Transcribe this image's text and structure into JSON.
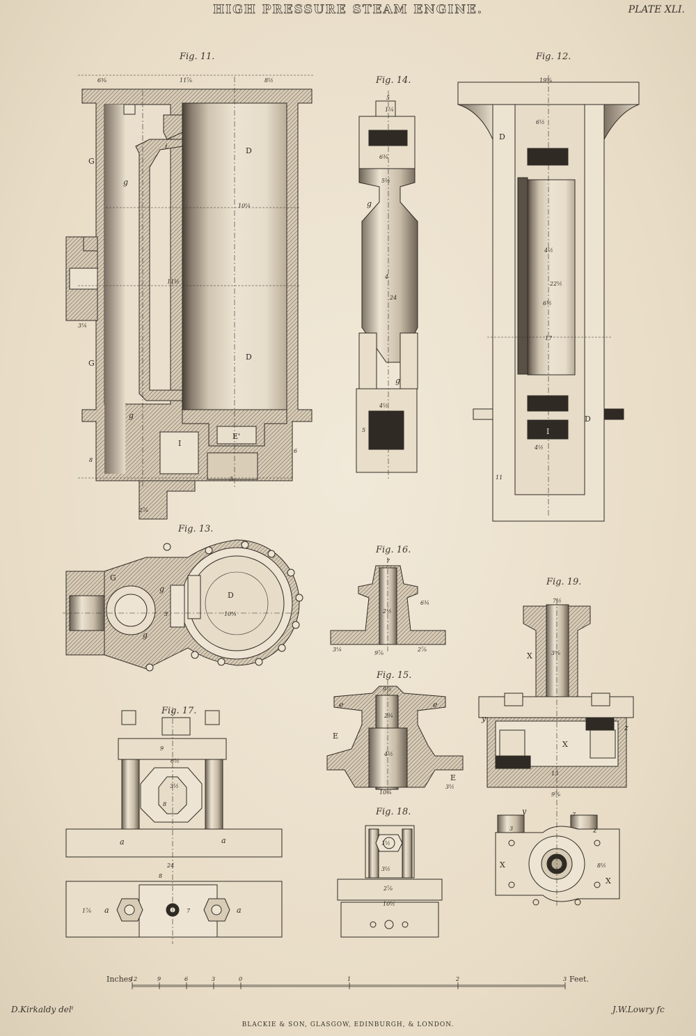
{
  "plate": {
    "title": "HIGH PRESSURE STEAM ENGINE.",
    "plate_number": "PLATE XLI.",
    "draughtsman": "D.Kirkaldy delᵗ",
    "engraver": "J.W.Lowry fc",
    "publisher": "BLACKIE & SON, GLASGOW, EDINBURGH, & LONDON."
  },
  "figures": {
    "fig11": "Fig. 11.",
    "fig12": "Fig. 12.",
    "fig13": "Fig. 13.",
    "fig14": "Fig. 14.",
    "fig15": "Fig. 15.",
    "fig16": "Fig. 16.",
    "fig17": "Fig. 17.",
    "fig18": "Fig. 18.",
    "fig19": "Fig. 19."
  },
  "scale": {
    "left_label": "Inches",
    "right_label": "Feet.",
    "ticks": [
      "12",
      "9",
      "6",
      "3",
      "0",
      "1",
      "2",
      "3"
    ]
  },
  "letters": {
    "fig11": [
      "G",
      "G",
      "D",
      "D",
      "g",
      "g",
      "i",
      "I",
      "E'"
    ],
    "fig12": [
      "D",
      "D",
      "I"
    ],
    "fig13": [
      "G",
      "D",
      "g",
      "g"
    ],
    "fig14": [
      "g",
      "g"
    ],
    "fig15": [
      "E",
      "E",
      "e",
      "e"
    ],
    "fig17": [
      "a",
      "a",
      "a",
      "a"
    ],
    "fig19": [
      "X",
      "X",
      "X",
      "X",
      "y",
      "y",
      "z",
      "z"
    ]
  },
  "dimensions": {
    "fig11": [
      "6⅝",
      "11⅞",
      "8½",
      "10¼",
      "11½",
      "3¼",
      "8",
      "6",
      "5",
      "2⅞"
    ],
    "fig12": [
      "19⅝",
      "6½",
      "4½",
      "22½",
      "6½",
      "17",
      "4½",
      "11"
    ],
    "fig13": [
      "10¼",
      "3"
    ],
    "fig14": [
      "5",
      "1¼",
      "6¾",
      "5½",
      "4",
      "24",
      "4½",
      "5"
    ],
    "fig15": [
      "9½",
      "2¾",
      "4½",
      "10¾",
      "3½"
    ],
    "fig16": [
      "7",
      "2½",
      "9⅞",
      "3¼",
      "2⅞",
      "6¾"
    ],
    "fig17": [
      "9",
      "6½",
      "3½",
      "8",
      "24",
      "8",
      "1⅞",
      "7"
    ],
    "fig18": [
      "1½",
      "3½",
      "10½",
      "2⅞"
    ],
    "fig19": [
      "7½",
      "3⅝",
      "13",
      "9⅞",
      "7",
      "3",
      "8½"
    ]
  },
  "colors": {
    "paper": "#ede4d3",
    "ink": "#2f2a24",
    "hatch": "#6b6258",
    "shade": "#3a342d"
  }
}
